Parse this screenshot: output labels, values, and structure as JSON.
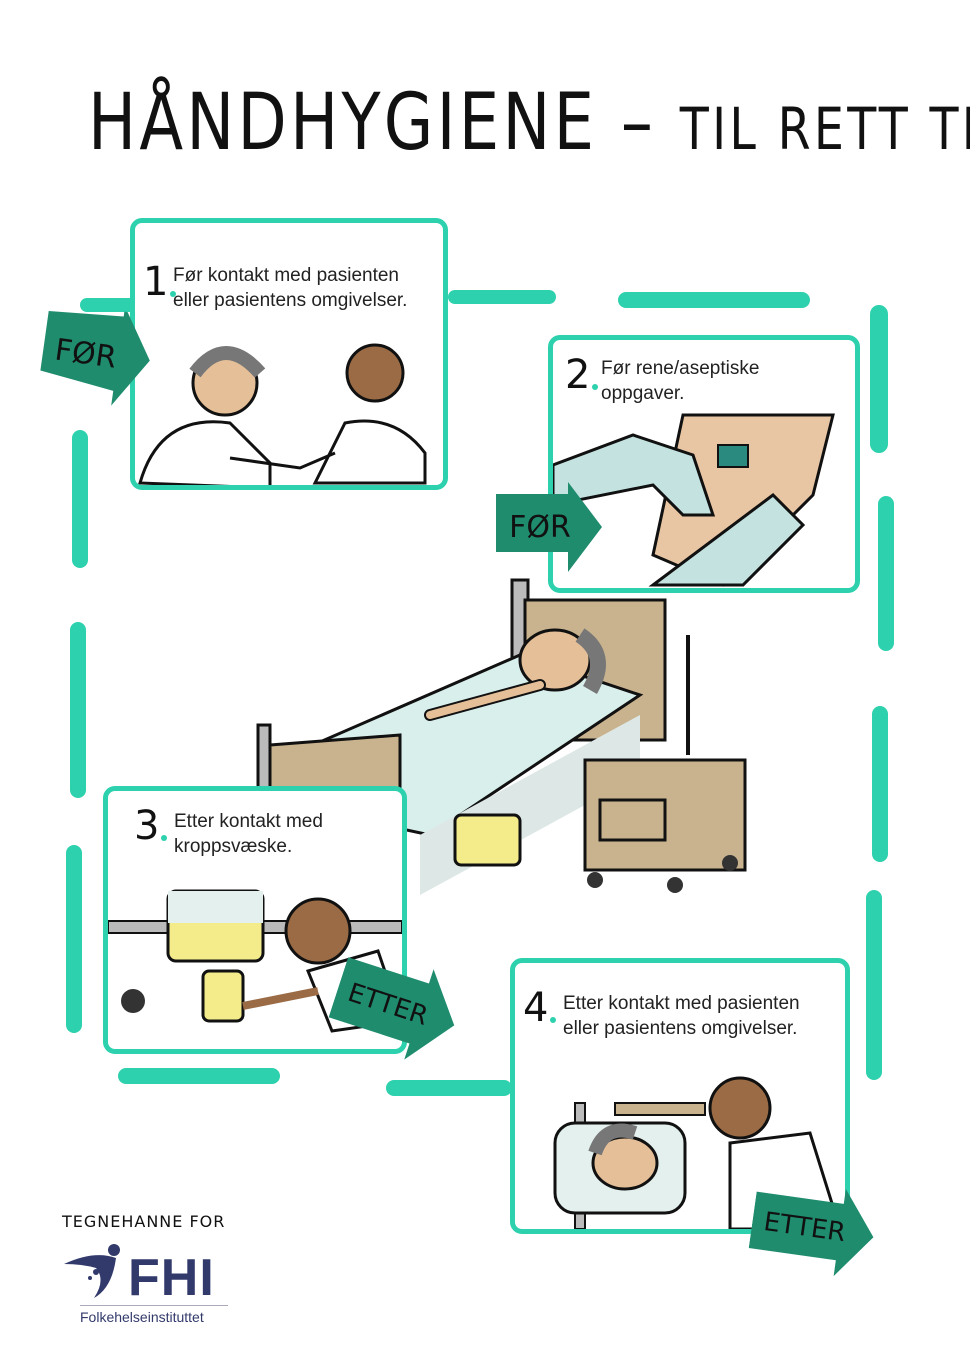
{
  "title": {
    "main": "HÅNDHYGIENE",
    "sep": "–",
    "sub": "TIL RETT TID"
  },
  "colors": {
    "accent": "#2dd1ad",
    "arrow": "#1f8c6e",
    "logo": "#323a6b"
  },
  "moments": [
    {
      "number": "1",
      "text_line1": "Før kontakt med pasienten",
      "text_line2": "eller pasientens omgivelser.",
      "arrow": "FØR"
    },
    {
      "number": "2",
      "text_line1": "Før rene/aseptiske",
      "text_line2": "oppgaver.",
      "arrow": "FØR"
    },
    {
      "number": "3",
      "text_line1": "Etter kontakt med",
      "text_line2": "kroppsvæske.",
      "arrow": "ETTER"
    },
    {
      "number": "4",
      "text_line1": "Etter kontakt med pasienten",
      "text_line2": "eller pasientens omgivelser.",
      "arrow": "ETTER"
    }
  ],
  "footer": {
    "credit": "TEGNEHANNE FOR",
    "logo": "FHI",
    "logo_sub": "Folkehelseinstituttet"
  }
}
